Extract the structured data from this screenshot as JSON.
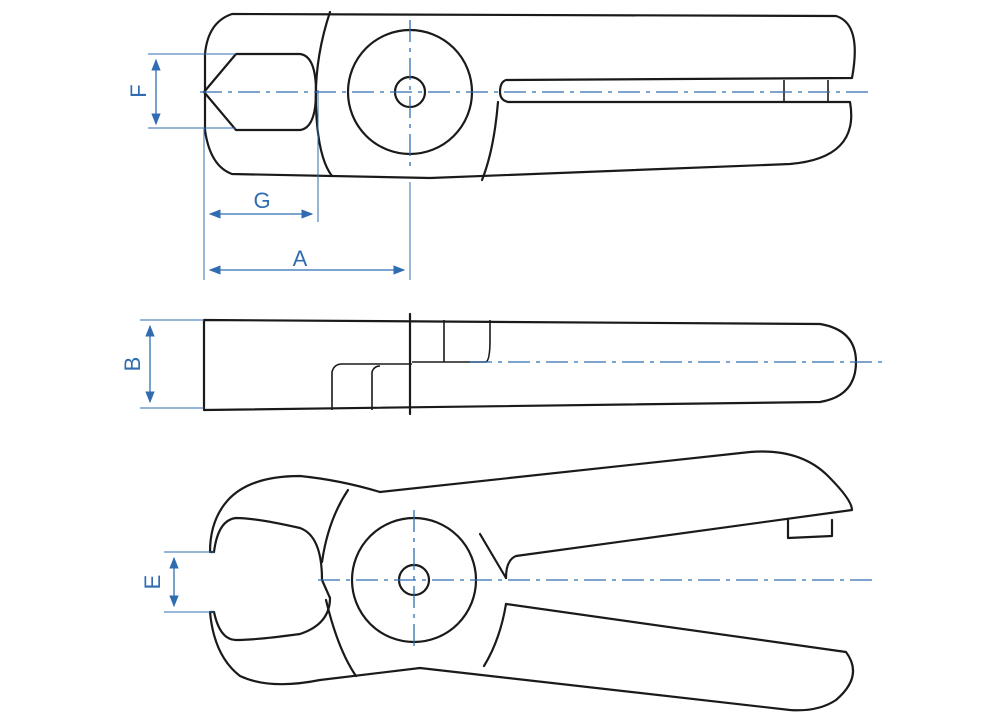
{
  "colors": {
    "outline": "#1a1a1a",
    "dimension": "#2f6db0",
    "background": "#ffffff"
  },
  "views": [
    {
      "id": "top-view-closed"
    },
    {
      "id": "side-view"
    },
    {
      "id": "top-view-open"
    }
  ],
  "dimensions": {
    "a": "A",
    "b": "B",
    "e": "E",
    "f": "F",
    "g": "G"
  }
}
